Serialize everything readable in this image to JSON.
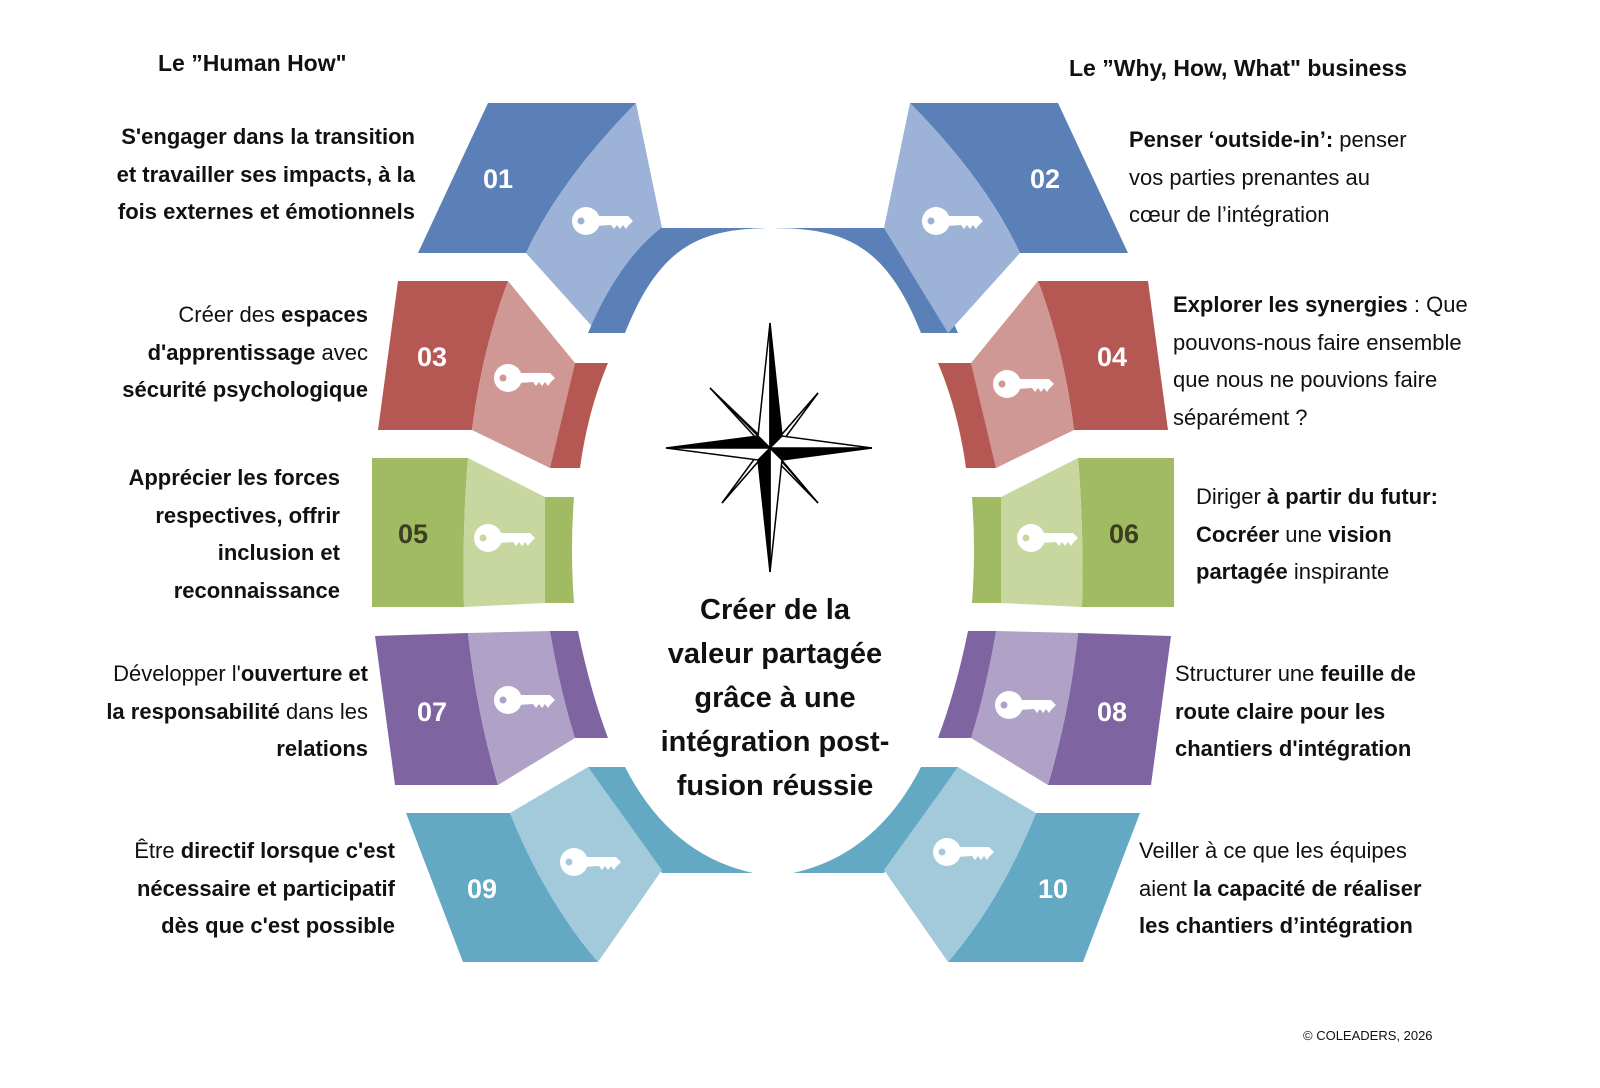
{
  "headers": {
    "left": "Le ”Human How\"",
    "right": "Le ”Why, How, What\" business"
  },
  "center_title": [
    "Créer de la",
    "valeur partagée",
    "grâce à une",
    "intégration post-",
    "fusion réussie"
  ],
  "copyright": "© COLEADERS, 2026",
  "colors": {
    "blue": "#5b80b8",
    "blue_light": "#9cb2d6",
    "red": "#b55752",
    "red_light": "#d09895",
    "green": "#a1bb63",
    "green_light": "#c8d7a0",
    "purple": "#7e64a0",
    "purple_light": "#b0a2c6",
    "teal": "#64a9c4",
    "teal_light": "#a2cadb"
  },
  "steps": [
    {
      "number": "01",
      "icon": "key-icon",
      "lines": [
        [
          {
            "t": "S'engager dans la transition",
            "b": true
          }
        ],
        [
          {
            "t": "et travailler ses impacts, à la",
            "b": true
          }
        ],
        [
          {
            "t": "fois externes et émotionnels",
            "b": true
          }
        ]
      ]
    },
    {
      "number": "02",
      "icon": "key-icon",
      "lines": [
        [
          {
            "t": "Penser ‘outside-in’:",
            "b": true
          },
          {
            "t": " penser",
            "b": false
          }
        ],
        [
          {
            "t": "vos parties prenantes au",
            "b": false
          }
        ],
        [
          {
            "t": "cœur de l’intégration",
            "b": false
          }
        ]
      ]
    },
    {
      "number": "03",
      "icon": "key-icon",
      "lines": [
        [
          {
            "t": "Créer des ",
            "b": false
          },
          {
            "t": "espaces",
            "b": true
          }
        ],
        [
          {
            "t": "d'apprentissage",
            "b": true
          },
          {
            "t": " avec",
            "b": false
          }
        ],
        [
          {
            "t": "sécurité psychologique",
            "b": true
          }
        ]
      ]
    },
    {
      "number": "04",
      "icon": "key-icon",
      "lines": [
        [
          {
            "t": "Explorer les synergies",
            "b": true
          },
          {
            "t": " : Que",
            "b": false
          }
        ],
        [
          {
            "t": "pouvons-nous faire ensemble",
            "b": false
          }
        ],
        [
          {
            "t": "que nous ne pouvions faire",
            "b": false
          }
        ],
        [
          {
            "t": "séparément ?",
            "b": false
          }
        ]
      ]
    },
    {
      "number": "05",
      "icon": "key-icon",
      "lines": [
        [
          {
            "t": "Apprécier les forces",
            "b": true
          }
        ],
        [
          {
            "t": "respectives, offrir",
            "b": true
          }
        ],
        [
          {
            "t": "inclusion et",
            "b": true
          }
        ],
        [
          {
            "t": "reconnaissance",
            "b": true
          }
        ]
      ]
    },
    {
      "number": "06",
      "icon": "key-icon",
      "lines": [
        [
          {
            "t": "Diriger ",
            "b": false
          },
          {
            "t": "à partir du futur:",
            "b": true
          }
        ],
        [
          {
            "t": "Cocréer",
            "b": true
          },
          {
            "t": " une ",
            "b": false
          },
          {
            "t": "vision",
            "b": true
          }
        ],
        [
          {
            "t": "partagée",
            "b": true
          },
          {
            "t": " inspirante",
            "b": false
          }
        ]
      ]
    },
    {
      "number": "07",
      "icon": "key-icon",
      "lines": [
        [
          {
            "t": "Développer l'",
            "b": false
          },
          {
            "t": "ouverture et",
            "b": true
          }
        ],
        [
          {
            "t": "la responsabilité",
            "b": true
          },
          {
            "t": " dans les",
            "b": false
          }
        ],
        [
          {
            "t": "relations",
            "b": true
          }
        ]
      ]
    },
    {
      "number": "08",
      "icon": "key-icon",
      "lines": [
        [
          {
            "t": "Structurer une ",
            "b": false
          },
          {
            "t": "feuille de",
            "b": true
          }
        ],
        [
          {
            "t": "route claire pour les",
            "b": true
          }
        ],
        [
          {
            "t": "chantiers d'intégration",
            "b": true
          }
        ]
      ]
    },
    {
      "number": "09",
      "icon": "key-icon",
      "lines": [
        [
          {
            "t": "Être ",
            "b": false
          },
          {
            "t": "directif lorsque c'est",
            "b": true
          }
        ],
        [
          {
            "t": "nécessaire et participatif",
            "b": true
          }
        ],
        [
          {
            "t": "dès que c'est possible",
            "b": true
          }
        ]
      ]
    },
    {
      "number": "10",
      "icon": "key-icon",
      "lines": [
        [
          {
            "t": "Veiller à ce que les équipes",
            "b": false
          }
        ],
        [
          {
            "t": "aient ",
            "b": false
          },
          {
            "t": "la capacité de réaliser",
            "b": true
          }
        ],
        [
          {
            "t": "les chantiers d’intégration",
            "b": true
          }
        ]
      ]
    }
  ]
}
